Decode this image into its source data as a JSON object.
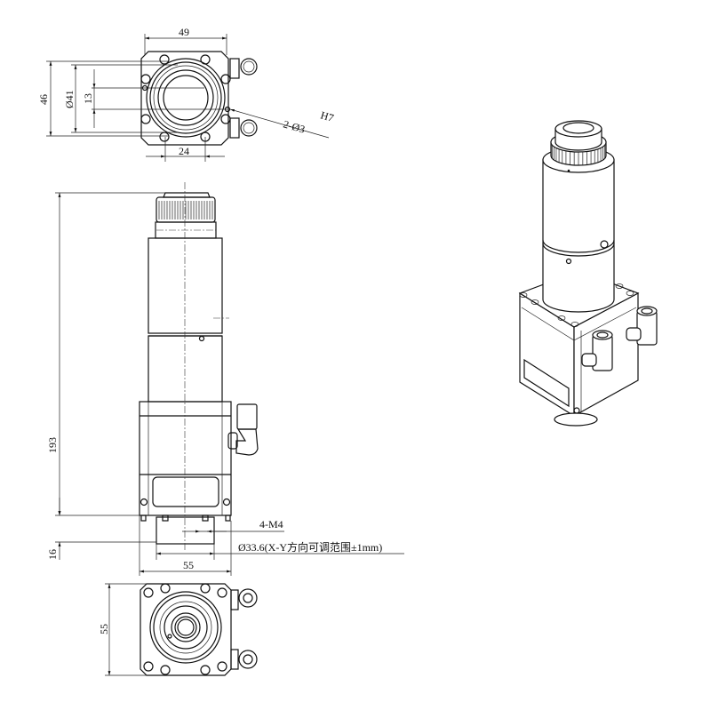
{
  "top_view": {
    "width_dim": "49",
    "height_dim": "46",
    "bore_dim": "Ø41",
    "offset_dim": "13",
    "hole_spacing_dim": "24",
    "pin_hole_note": "2-Ø3",
    "fit_note": "H7"
  },
  "side_view": {
    "height_dim": "193",
    "nozzle_dim": "16",
    "thread_note": "4-M4",
    "diameter_note": "Ø33.6(X-Y方向可调范围±1mm)",
    "width_dim": "55"
  },
  "bottom_view": {
    "height_dim": "55"
  },
  "colors": {
    "line": "#111111",
    "background": "#ffffff"
  }
}
